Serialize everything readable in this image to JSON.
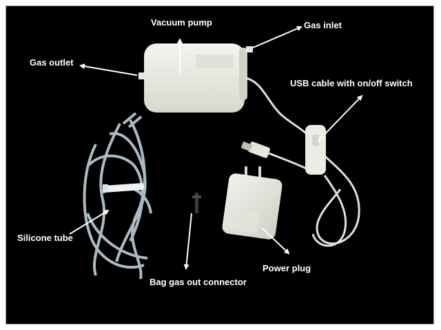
{
  "labels": {
    "vacuum_pump": "Vacuum pump",
    "gas_inlet": "Gas inlet",
    "gas_outlet": "Gas outlet",
    "usb_cable": "USB cable with  on/off switch",
    "silicone_tube": "Silicone tube",
    "power_plug": "Power plug",
    "bag_connector": "Bag gas out connector"
  },
  "colors": {
    "background": "#000000",
    "label_text": "#ffffff",
    "arrow": "#ffffff",
    "device_white": "#eeeee6",
    "tube_clear": "#c9dbe6"
  }
}
